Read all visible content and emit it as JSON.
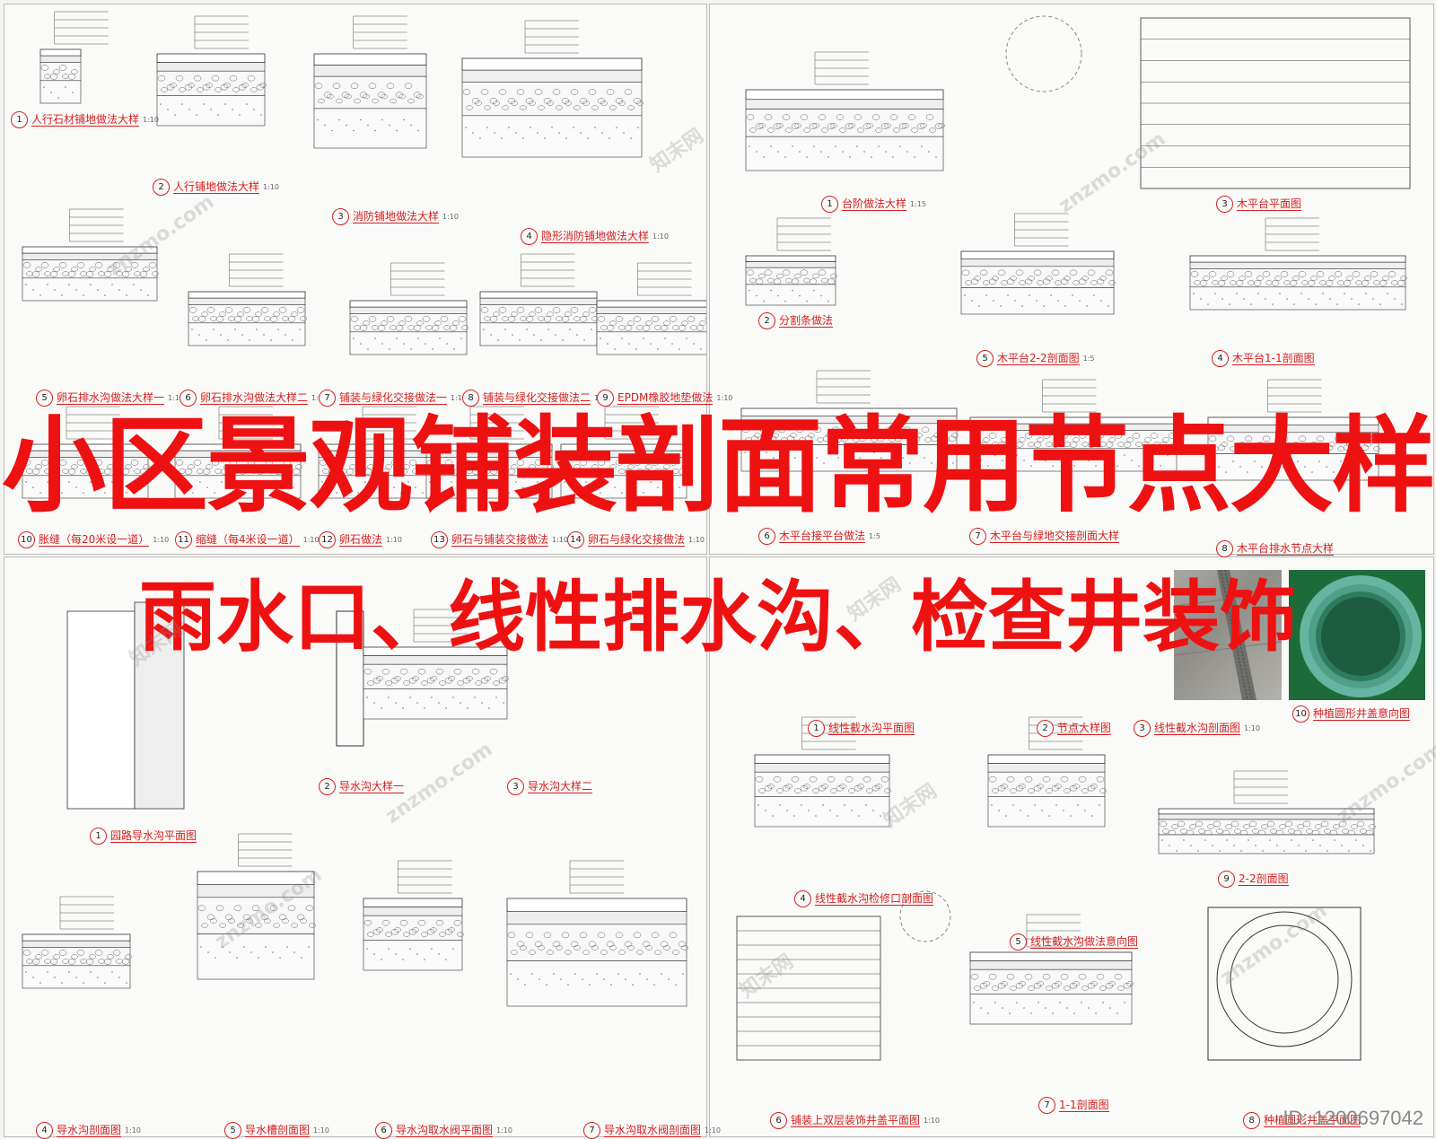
{
  "banner": {
    "line1": "小区景观铺装剖面常用节点大样",
    "line2": "雨水口、线性排水沟、检查井装饰"
  },
  "image_id": "ID: 1200697042",
  "watermarks": [
    "znzmo.com",
    "知末网",
    "知末"
  ],
  "colors": {
    "banner_red": "#ee1111",
    "label_red": "#d42020"
  },
  "sheet1": {
    "labels": [
      {
        "n": "1",
        "t": "人行石材铺地做法大样",
        "s": "1:10"
      },
      {
        "n": "2",
        "t": "人行铺地做法大样",
        "s": "1:10"
      },
      {
        "n": "3",
        "t": "消防铺地做法大样",
        "s": "1:10"
      },
      {
        "n": "4",
        "t": "隐形消防铺地做法大样",
        "s": "1:10"
      },
      {
        "n": "5",
        "t": "卵石排水沟做法大样一",
        "s": "1:10"
      },
      {
        "n": "6",
        "t": "卵石排水沟做法大样二",
        "s": "1:10"
      },
      {
        "n": "7",
        "t": "铺装与绿化交接做法一",
        "s": "1:10"
      },
      {
        "n": "8",
        "t": "铺装与绿化交接做法二",
        "s": "1:10"
      },
      {
        "n": "9",
        "t": "EPDM橡胶地垫做法",
        "s": "1:10"
      },
      {
        "n": "10",
        "t": "胀缝（每20米设一道）",
        "s": "1:10"
      },
      {
        "n": "11",
        "t": "缩缝（每4米设一道）",
        "s": "1:10"
      },
      {
        "n": "12",
        "t": "卵石做法",
        "s": "1:10"
      },
      {
        "n": "13",
        "t": "卵石与铺装交接做法",
        "s": "1:10"
      },
      {
        "n": "14",
        "t": "卵石与绿化交接做法",
        "s": "1:10"
      }
    ]
  },
  "sheet2": {
    "labels": [
      {
        "n": "1",
        "t": "台阶做法大样",
        "s": "1:15"
      },
      {
        "n": "2",
        "t": "分割条做法",
        "s": ""
      },
      {
        "n": "3",
        "t": "木平台平面图",
        "s": ""
      },
      {
        "n": "4",
        "t": "木平台1-1剖面图",
        "s": ""
      },
      {
        "n": "5",
        "t": "木平台2-2剖面图",
        "s": "1:5"
      },
      {
        "n": "6",
        "t": "木平台接平台做法",
        "s": "1:5"
      },
      {
        "n": "7",
        "t": "木平台与绿地交接剖面大样",
        "s": ""
      },
      {
        "n": "8",
        "t": "木平台排水节点大样",
        "s": ""
      }
    ]
  },
  "sheet3": {
    "labels": [
      {
        "n": "1",
        "t": "园路导水沟平面图",
        "s": ""
      },
      {
        "n": "2",
        "t": "导水沟大样一",
        "s": ""
      },
      {
        "n": "3",
        "t": "导水沟大样二",
        "s": ""
      },
      {
        "n": "4",
        "t": "导水沟剖面图",
        "s": "1:10"
      },
      {
        "n": "5",
        "t": "导水槽剖面图",
        "s": "1:10"
      },
      {
        "n": "6",
        "t": "导水沟取水阀平面图",
        "s": "1:10"
      },
      {
        "n": "7",
        "t": "导水沟取水阀剖面图",
        "s": "1:10"
      }
    ]
  },
  "sheet4": {
    "labels": [
      {
        "n": "1",
        "t": "线性截水沟平面图",
        "s": ""
      },
      {
        "n": "2",
        "t": "节点大样图",
        "s": ""
      },
      {
        "n": "3",
        "t": "线性截水沟剖面图",
        "s": "1:10"
      },
      {
        "n": "4",
        "t": "线性截水沟检修口剖面图",
        "s": ""
      },
      {
        "n": "5",
        "t": "线性截水沟做法意向图",
        "s": ""
      },
      {
        "n": "6",
        "t": "铺装上双层装饰井盖平面图",
        "s": "1:10"
      },
      {
        "n": "7",
        "t": "1-1剖面图",
        "s": ""
      },
      {
        "n": "8",
        "t": "种植圆形井盖平面图",
        "s": ""
      },
      {
        "n": "9",
        "t": "2-2剖面图",
        "s": ""
      },
      {
        "n": "10",
        "t": "种植圆形井盖意向图",
        "s": ""
      }
    ]
  }
}
